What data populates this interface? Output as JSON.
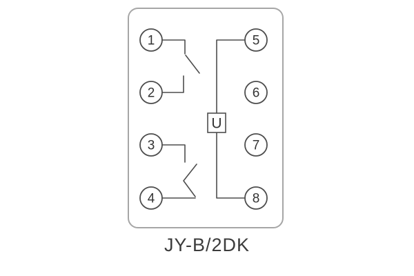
{
  "title": "JY-B/2DK",
  "element_label": "U",
  "terminals": [
    {
      "label": "1"
    },
    {
      "label": "2"
    },
    {
      "label": "3"
    },
    {
      "label": "4"
    },
    {
      "label": "5"
    },
    {
      "label": "6"
    },
    {
      "label": "7"
    },
    {
      "label": "8"
    }
  ],
  "colors": {
    "wire": "#4d4d4d",
    "frame": "#a6a6a6",
    "text": "#333333",
    "background": "#ffffff"
  }
}
